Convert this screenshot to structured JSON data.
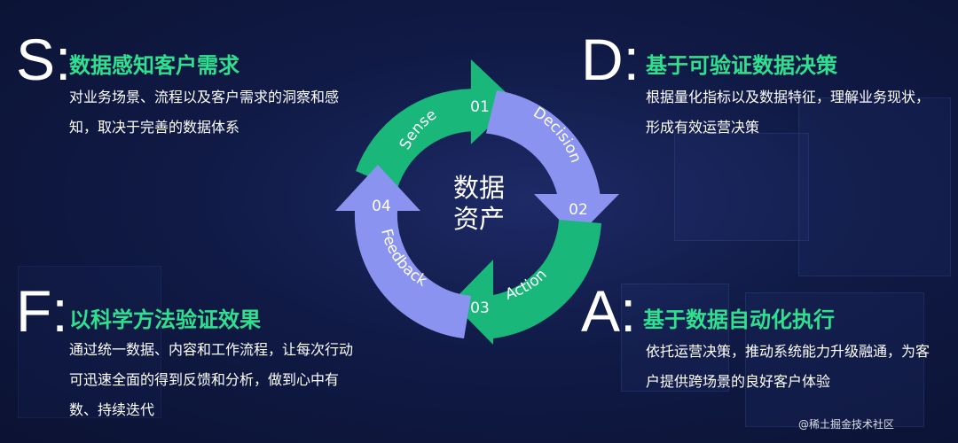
{
  "center": {
    "line1": "数据",
    "line2": "资产"
  },
  "cycle": [
    {
      "number": "01",
      "label": "Sense",
      "color": "#19b87a"
    },
    {
      "number": "02",
      "label": "Decision",
      "color": "#8b93f0"
    },
    {
      "number": "03",
      "label": "Action",
      "color": "#19b87a"
    },
    {
      "number": "04",
      "label": "Feedback",
      "color": "#8b93f0"
    }
  ],
  "quadrants": {
    "s": {
      "letter": "S:",
      "title": "数据感知客户需求",
      "body": "对业务场景、流程以及客户需求的洞察和感知，取决于完善的数据体系"
    },
    "d": {
      "letter": "D:",
      "title": "基于可验证数据决策",
      "body": "根据量化指标以及数据特征，理解业务现状，形成有效运营决策"
    },
    "f": {
      "letter": "F:",
      "title": "以科学方法验证效果",
      "body": "通过统一数据、内容和工作流程，让每次行动可迅速全面的得到反馈和分析，做到心中有数、持续迭代"
    },
    "a": {
      "letter": "A:",
      "title": "基于数据自动化执行",
      "body": "依托运营决策，推动系统能力升级融通，为客户提供跨场景的良好客户体验"
    }
  },
  "watermark": "@稀土掘金技术社区",
  "colors": {
    "accent_green": "#2fe08f",
    "ring_green": "#19b87a",
    "ring_purple": "#8b93f0",
    "background": "#101a45"
  }
}
